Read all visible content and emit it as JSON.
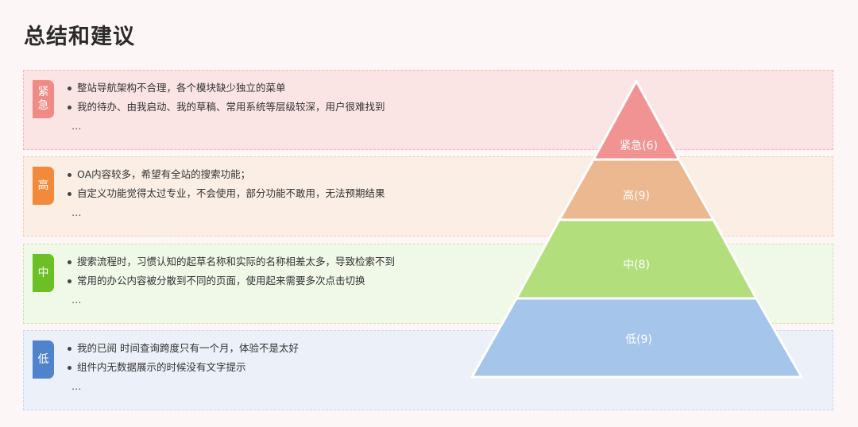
{
  "title": "总结和建议",
  "levels": [
    {
      "tag": "紧急",
      "items": [
        "整站导航架构不合理，各个模块缺少独立的菜单",
        "我的待办、由我启动、我的草稿、常用系统等层级较深，用户很难找到"
      ],
      "more": "…",
      "pyramid_label": "紧急(6)",
      "color": "#f29393"
    },
    {
      "tag": "高",
      "items": [
        "OA内容较多，希望有全站的搜索功能；",
        "自定义功能觉得太过专业，不会使用，部分功能不敢用，无法预期结果"
      ],
      "more": "…",
      "pyramid_label": "高(9)",
      "color": "#ecb890"
    },
    {
      "tag": "中",
      "items": [
        "搜索流程时，习惯认知的起草名称和实际的名称相差太多，导致检索不到",
        "常用的办公内容被分散到不同的页面，使用起来需要多次点击切换"
      ],
      "more": "…",
      "pyramid_label": "中(8)",
      "color": "#b3de7c"
    },
    {
      "tag": "低",
      "items": [
        "我的已阅 时间查询跨度只有一个月，体验不是太好",
        "组件内无数据展示的时候没有文字提示"
      ],
      "more": "…",
      "pyramid_label": "低(9)",
      "color": "#a5c5ea"
    }
  ]
}
